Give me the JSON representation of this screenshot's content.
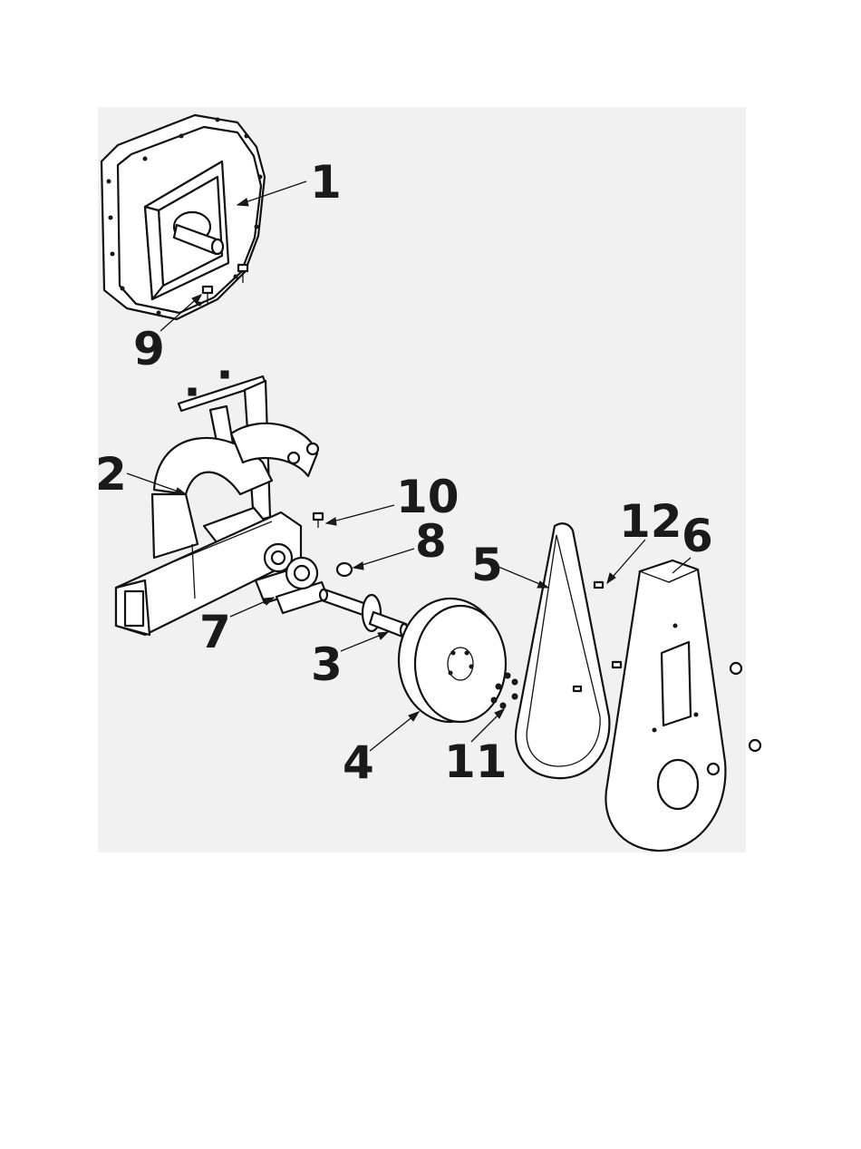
{
  "callouts": [
    {
      "id": "c1",
      "label": "1"
    },
    {
      "id": "c2",
      "label": "2"
    },
    {
      "id": "c3",
      "label": "3"
    },
    {
      "id": "c4",
      "label": "4"
    },
    {
      "id": "c5",
      "label": "5"
    },
    {
      "id": "c6",
      "label": "6"
    },
    {
      "id": "c7",
      "label": "7"
    },
    {
      "id": "c8",
      "label": "8"
    },
    {
      "id": "c9",
      "label": "9"
    },
    {
      "id": "c10",
      "label": "10"
    },
    {
      "id": "c11",
      "label": "11"
    },
    {
      "id": "c12",
      "label": "12"
    }
  ],
  "colors": {
    "background": "#f1f1f1",
    "line": "#111111",
    "callout": "#1a1a1a"
  }
}
